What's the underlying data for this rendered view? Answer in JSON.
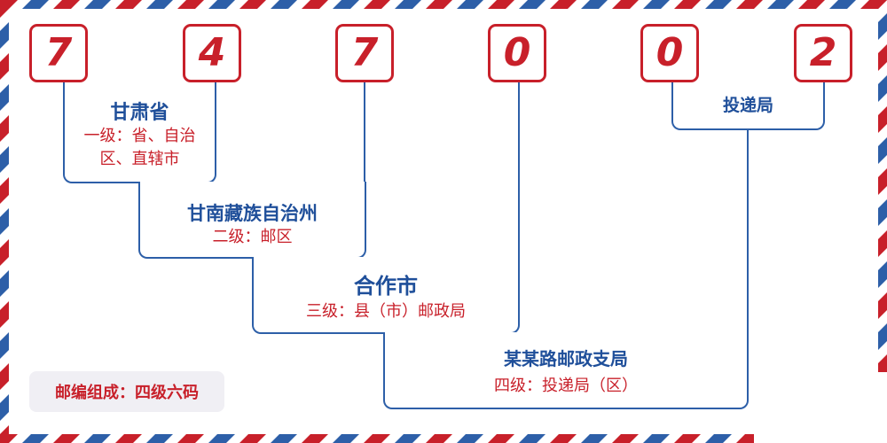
{
  "postal_code": {
    "digits": [
      "7",
      "4",
      "7",
      "0",
      "0",
      "2"
    ]
  },
  "levels": [
    {
      "place": "甘肃省",
      "description": "一级：省、自治区、直辖市"
    },
    {
      "place": "甘南藏族自治州",
      "description": "二级：邮区"
    },
    {
      "place": "合作市",
      "description": "三级：县（市）邮政局"
    },
    {
      "place": "某某路邮政支局",
      "description": "四级：投递局（区）"
    },
    {
      "place": "投递局",
      "description": ""
    }
  ],
  "caption": "邮编组成：四级六码",
  "colors": {
    "red": "#c8202a",
    "blue": "#2d5fa8",
    "text_blue": "#1f4f9a"
  }
}
